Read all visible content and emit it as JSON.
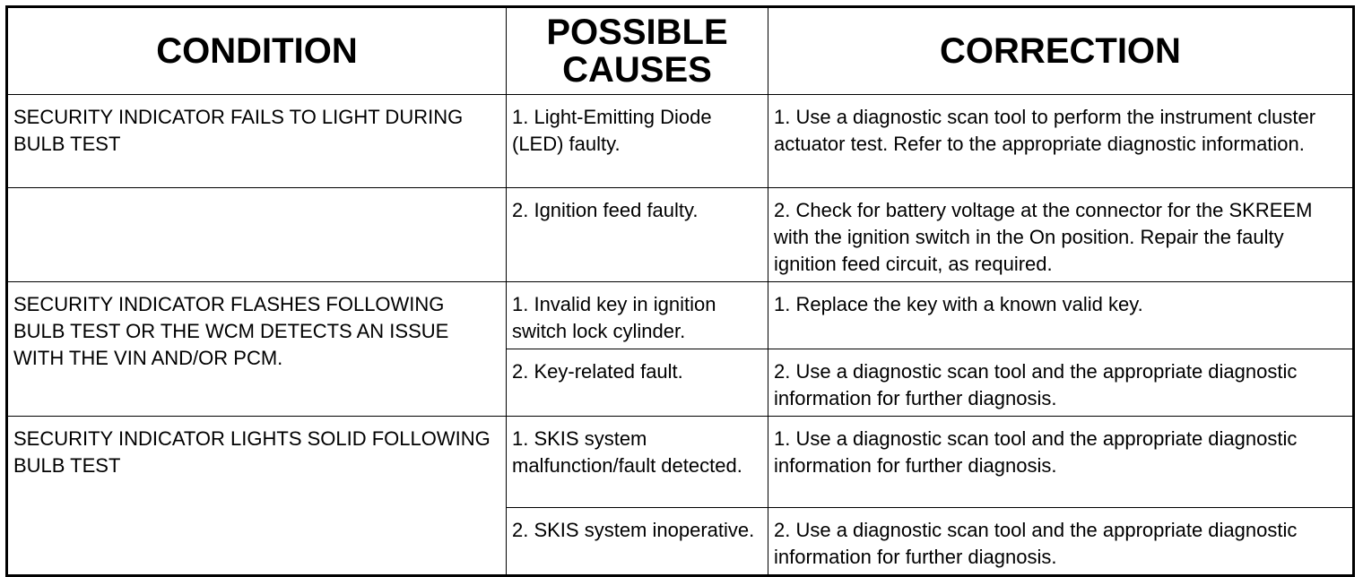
{
  "headers": {
    "condition": "CONDITION",
    "causes_line1": "POSSIBLE",
    "causes_line2": "CAUSES",
    "correction": "CORRECTION"
  },
  "rows": [
    {
      "condition": "SECURITY INDICATOR FAILS TO LIGHT DURING BULB TEST",
      "cause": "1. Light-Emitting Diode (LED) faulty.",
      "correction": "1. Use a diagnostic scan tool to perform the instrument cluster actuator test. Refer to the appropriate diagnostic information."
    },
    {
      "condition": "",
      "cause": "2. Ignition feed faulty.",
      "correction": "2. Check for battery voltage at the connector for the SKREEM with the ignition switch in the On position. Repair the faulty ignition feed circuit, as required."
    },
    {
      "condition": "SECURITY INDICATOR FLASHES FOLLOWING BULB TEST OR THE WCM DETECTS AN ISSUE WITH THE VIN AND/OR PCM.",
      "cause": "1. Invalid key in ignition switch lock cylinder.",
      "correction": "1. Replace the key with a known valid key."
    },
    {
      "condition": "",
      "cause": "2. Key-related fault.",
      "correction": "2. Use a diagnostic scan tool and the appropriate diagnostic information for further diagnosis."
    },
    {
      "condition": "SECURITY INDICATOR LIGHTS SOLID FOLLOWING BULB TEST",
      "cause": "1. SKIS system malfunction/fault detected.",
      "correction": "1. Use a diagnostic scan tool and the appropriate diagnostic information for further diagnosis."
    },
    {
      "condition": "",
      "cause": "2. SKIS system inoperative.",
      "correction": "2. Use a diagnostic scan tool and the appropriate diagnostic information for further diagnosis."
    }
  ]
}
